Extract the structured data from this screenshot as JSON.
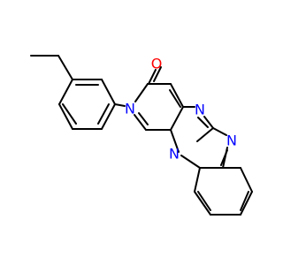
{
  "structure": {
    "atoms": {
      "carbonyl_oxygen": "O",
      "pyridinone_nitrogen": "N",
      "pyrimidine_nitrogen": "N",
      "imidazole_nitrogen": "N",
      "bridgehead_nitrogen": "N"
    },
    "colors": {
      "bond": "#000000",
      "oxygen": "#ff0000",
      "nitrogen": "#0000ff"
    }
  }
}
